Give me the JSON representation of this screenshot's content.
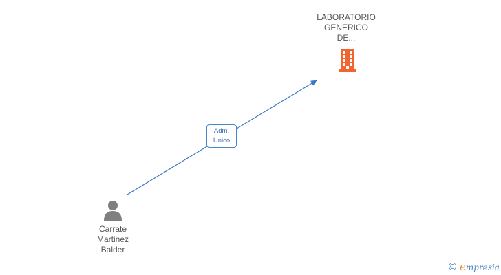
{
  "company": {
    "lines": [
      "LABORATORIO",
      "GENERICO",
      "DE..."
    ],
    "icon": "building-icon",
    "color": "#f26430"
  },
  "person": {
    "lines": [
      "Carrate",
      "Martinez",
      "Balder"
    ],
    "icon": "person-icon",
    "color": "#808080"
  },
  "relation": {
    "lines": [
      "Adm.",
      "Unico"
    ],
    "color": "#3b78c4"
  },
  "brand": {
    "copyright": "©",
    "first_letter": "e",
    "rest": "mpresia"
  }
}
